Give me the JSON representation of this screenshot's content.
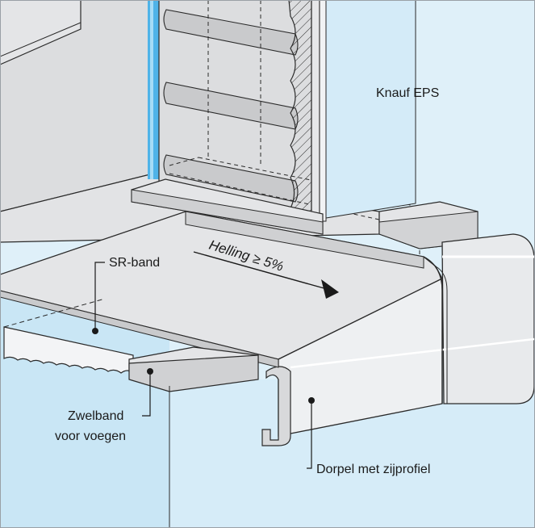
{
  "labels": {
    "insulation": "Knauf EPS",
    "sr_band": "SR-band",
    "slope": "Helling ≥ 5%",
    "swell_band_line1": "Zwelband",
    "swell_band_line2": "voor voegen",
    "sill": "Dorpel met zijprofiel"
  },
  "colors": {
    "background_blue": "#dff0f9",
    "wall_grey": "#dcdddf",
    "sill_top": "#e4e5e7",
    "sill_front": "#f2f3f5",
    "line": "#2a2a2a",
    "seal_blue": "#4fb3e8"
  },
  "icons": {
    "slope_arrow": "arrow-right-down-icon",
    "leader_dot": "dot-marker-icon"
  }
}
